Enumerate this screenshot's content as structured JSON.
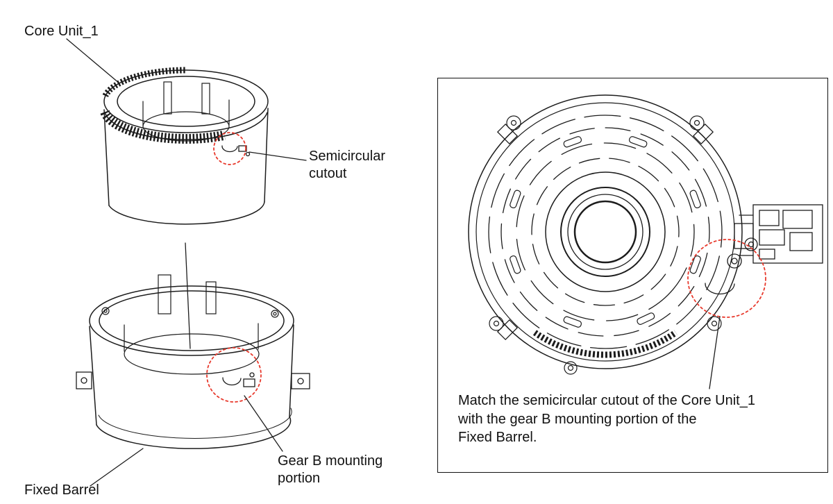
{
  "palette": {
    "line": "#1c1c1c",
    "highlight": "#e8392c",
    "background": "#ffffff"
  },
  "labels": {
    "core_unit": "Core Unit_1",
    "semicircular_cutout": "Semicircular\ncutout",
    "gear_b_mounting": "Gear B mounting\nportion",
    "fixed_barrel": "Fixed Barrel"
  },
  "info_box": {
    "caption": "Match the semicircular cutout of the Core Unit_1\nwith the gear B mounting portion of the\nFixed Barrel."
  }
}
